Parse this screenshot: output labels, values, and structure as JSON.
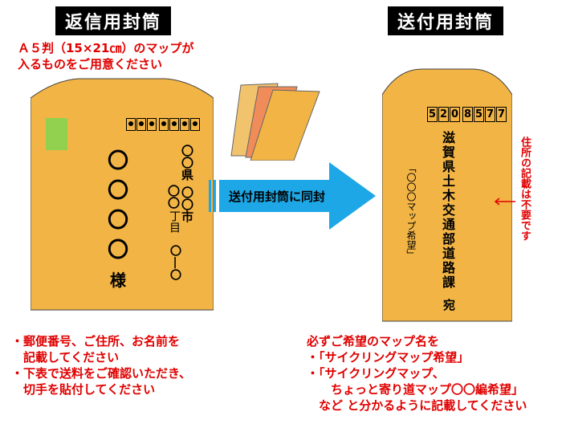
{
  "left": {
    "title": "返信用封筒",
    "size_note_line1": "Ａ５判（15×21㎝）のマップが",
    "size_note_line2": "入るものをご用意ください",
    "name_circles": "〇\n〇\n〇\n〇",
    "sama": "様",
    "addr_col1": "〇〇県",
    "addr_col2a": "〇〇",
    "addr_col2b": "丁目",
    "addr_col3": "〇〇市",
    "addr_dash": "〇|〇",
    "notes": [
      "・郵便番号、ご住所、お名前を",
      "　記載してください",
      "・下表で送料をご確認いただき、",
      "　切手を貼付してください"
    ]
  },
  "arrow_label": "送付用封筒に同封",
  "right": {
    "title": "送付用封筒",
    "postal_digits": [
      "5",
      "2",
      "0",
      "8",
      "5",
      "7",
      "7"
    ],
    "address": "滋賀県土木交通部道路課",
    "ate": "宛",
    "request": "「〇〇〇マップ希望」",
    "side_note": "住所の記載は不要です",
    "notes": [
      "必ずご希望のマップ名を",
      "・「サイクリングマップ希望」",
      "・「サイクリングマップ、",
      "　　ちょっと寄り道マップ〇〇編希望」",
      "　など と分かるように記載してください"
    ]
  },
  "colors": {
    "envelope": "#f1b445",
    "stamp": "#92d050",
    "arrow": "#1ea7e6",
    "note": "#e00000"
  }
}
